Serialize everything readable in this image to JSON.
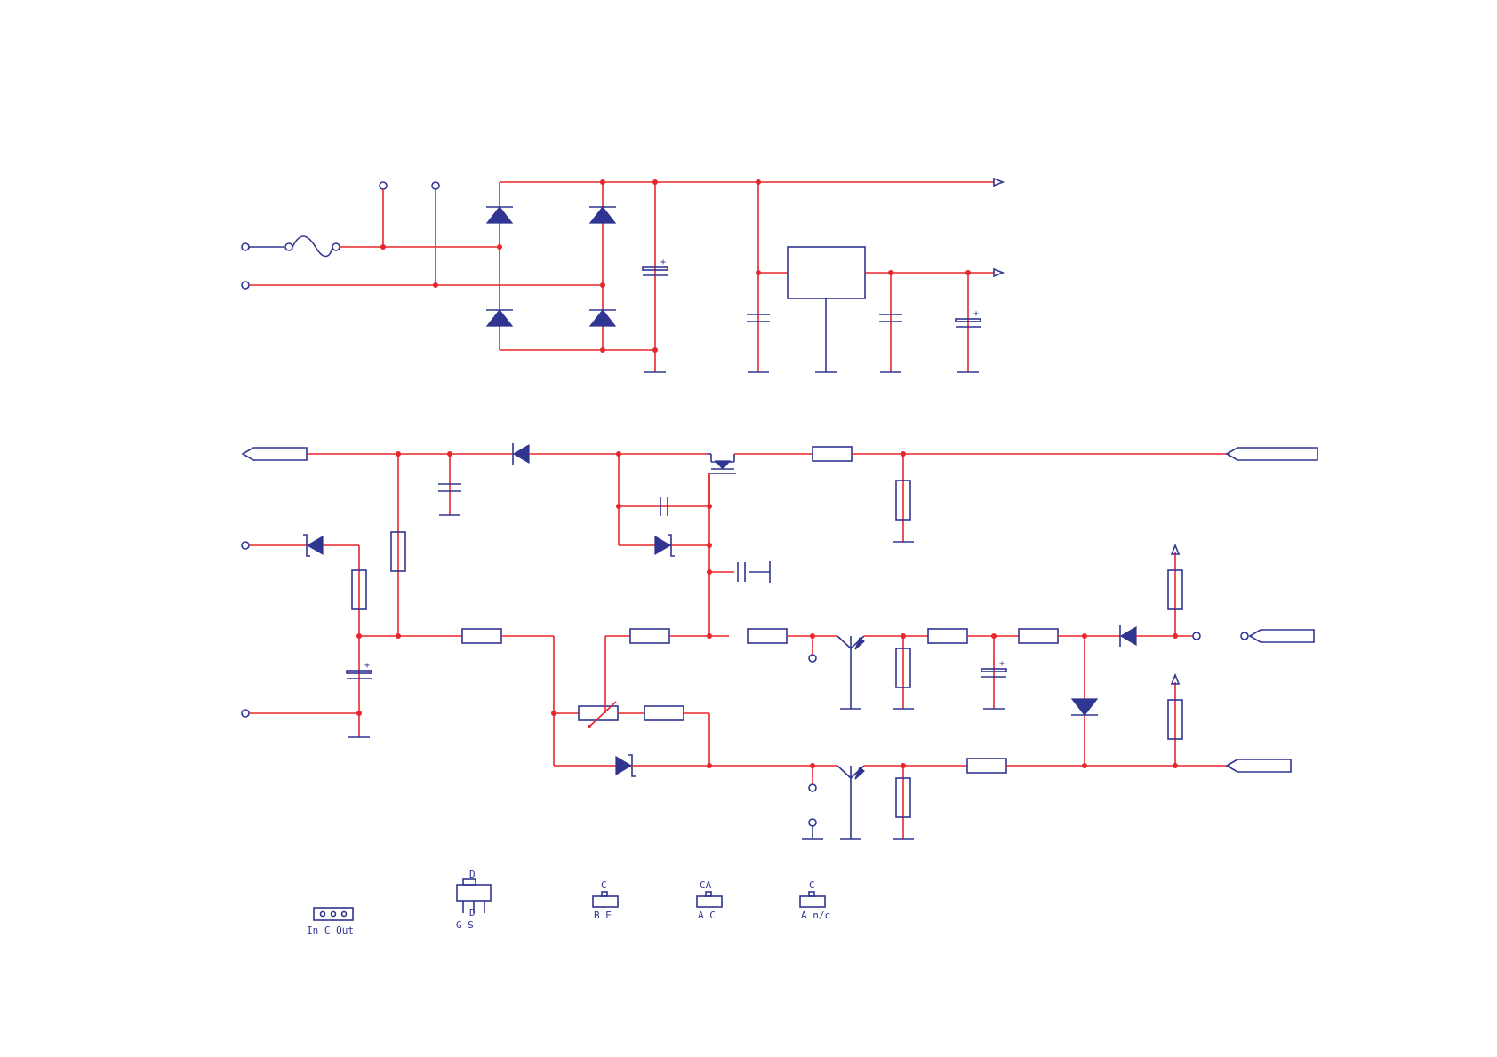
{
  "footprints": {
    "regulator": "In  C  Out",
    "mosfet_top": "D",
    "mosfet_mid": "D",
    "mosfet_bottom": "G   S",
    "npn_top": "C",
    "npn_bottom": "B  E",
    "diode_pair_top": "CA",
    "diode_pair_bottom": "A  C",
    "diode_single_top": "C",
    "diode_single_bottom": "A n/c"
  },
  "colors": {
    "wire": "#e8262c",
    "symbol": "#2f3590"
  }
}
